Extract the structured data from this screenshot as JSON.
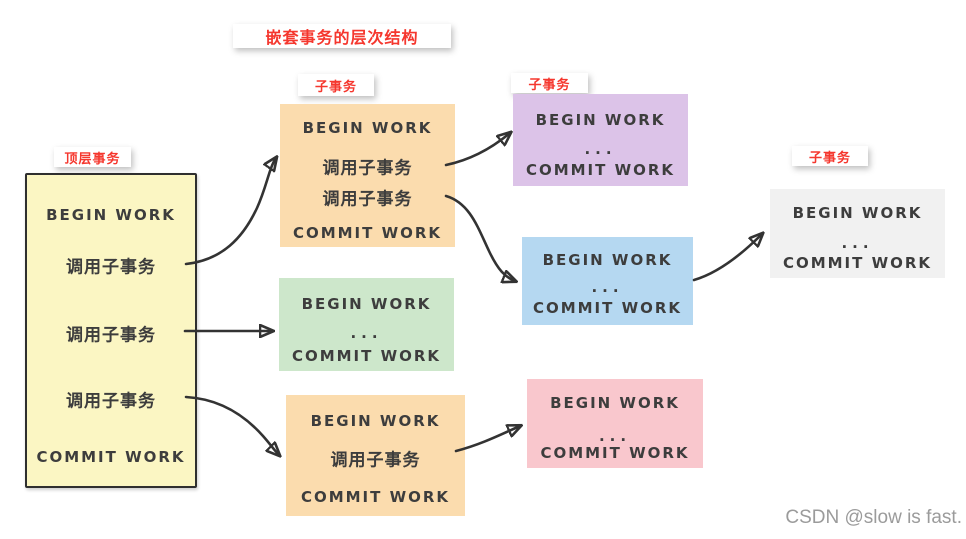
{
  "title": {
    "text": "嵌套事务的层次结构"
  },
  "watermark": {
    "text": "CSDN @slow is fast."
  },
  "palette": {
    "label_red": "#f5372e",
    "text_dark": "#3d3d3d",
    "arrow": "#333333",
    "yellow": "#fbf6c3",
    "orange": "#fbdcae",
    "green": "#cde7cb",
    "purple": "#dcc3e8",
    "blue": "#b5d8f1",
    "pink": "#f9c7cd",
    "gray": "#f1f1f1",
    "watermark_gray": "#9b9b9b"
  },
  "labels": {
    "top_level": "顶层事务",
    "sub_orange": "子事务",
    "sub_purple": "子事务",
    "sub_gray": "子事务"
  },
  "boxes": {
    "top_level": {
      "lines": [
        "BEGIN WORK",
        "调用子事务",
        "调用子事务",
        "调用子事务",
        "COMMIT WORK"
      ]
    },
    "orange_top": {
      "lines": [
        "BEGIN WORK",
        "调用子事务",
        "调用子事务",
        "COMMIT WORK"
      ]
    },
    "green": {
      "lines": [
        "BEGIN WORK",
        "...",
        "COMMIT WORK"
      ]
    },
    "orange_bottom": {
      "lines": [
        "BEGIN WORK",
        "调用子事务",
        "COMMIT WORK"
      ]
    },
    "purple": {
      "lines": [
        "BEGIN WORK",
        "...",
        "COMMIT WORK"
      ]
    },
    "blue": {
      "lines": [
        "BEGIN WORK",
        "...",
        "COMMIT WORK"
      ]
    },
    "gray": {
      "lines": [
        "BEGIN WORK",
        "...",
        "COMMIT WORK"
      ]
    },
    "pink": {
      "lines": [
        "BEGIN WORK",
        "...",
        "COMMIT WORK"
      ]
    }
  },
  "connections": [
    {
      "from": "top-level-call-1",
      "to": "subtransaction-orange-top"
    },
    {
      "from": "top-level-call-2",
      "to": "subtransaction-green"
    },
    {
      "from": "top-level-call-3",
      "to": "subtransaction-orange-bottom"
    },
    {
      "from": "orange-top-call-1",
      "to": "subtransaction-purple"
    },
    {
      "from": "orange-top-call-2",
      "to": "subtransaction-blue"
    },
    {
      "from": "subtransaction-blue",
      "to": "subtransaction-gray"
    },
    {
      "from": "orange-bottom-call-1",
      "to": "subtransaction-pink"
    }
  ]
}
